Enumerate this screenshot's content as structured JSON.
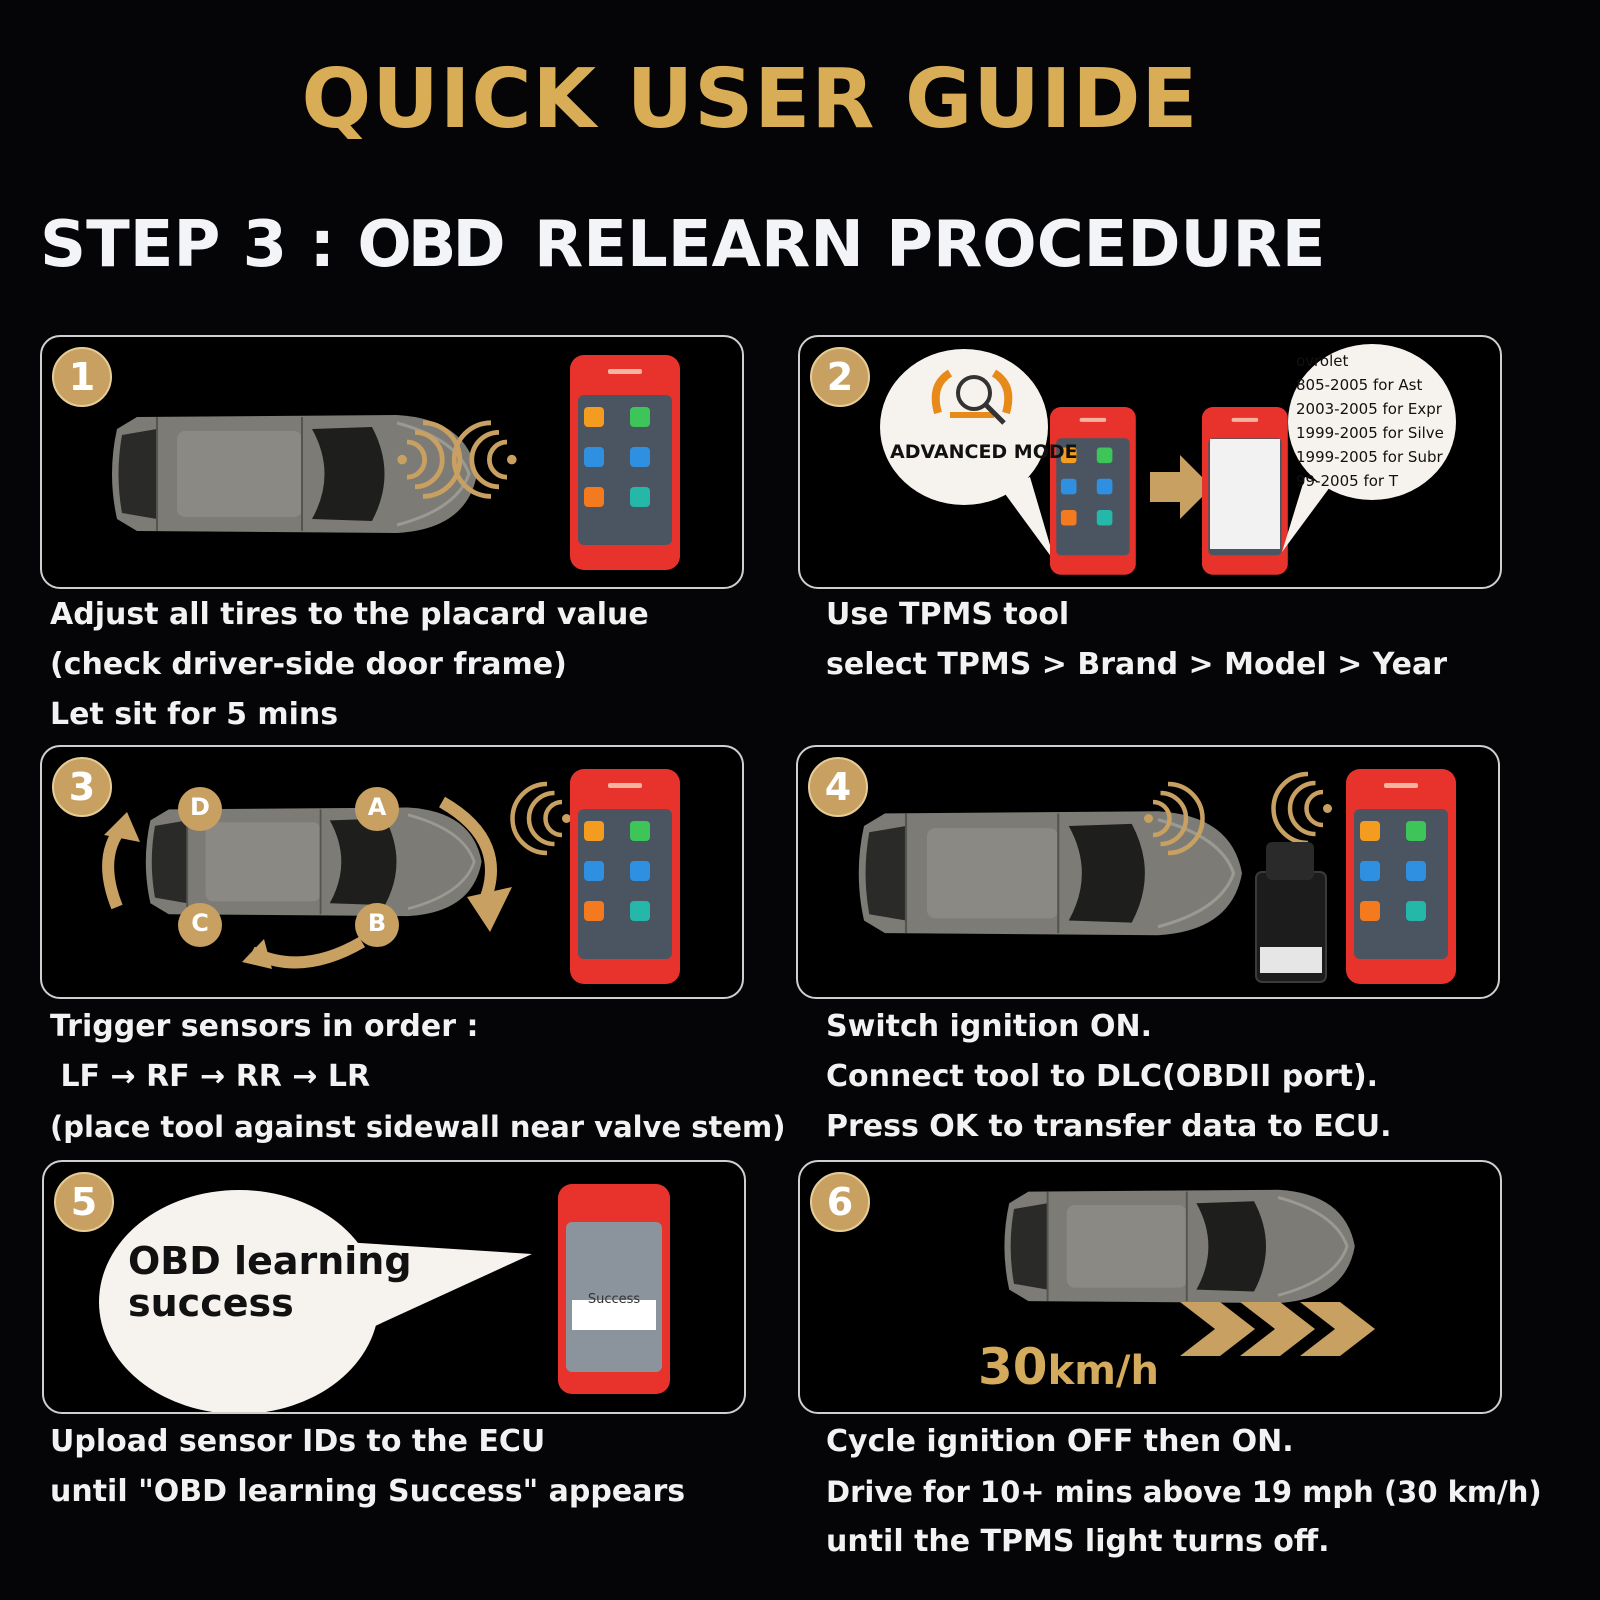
{
  "header": {
    "title": "QUICK USER GUIDE",
    "step_label": "STEP 3 :",
    "obd_label": "OBD",
    "procedure_label": "RELEARN PROCEDURE"
  },
  "colors": {
    "gold": "#c8a162",
    "tool_red": "#e8322c",
    "background": "#050507"
  },
  "steps": [
    {
      "number": "1",
      "lines": [
        "Adjust all tires to the placard value",
        "(check driver-side door frame)",
        "Let sit for 5 mins"
      ],
      "icons": [
        "car-top-icon",
        "signal-waves-icon",
        "tpms-tool-icon"
      ]
    },
    {
      "number": "2",
      "lines": [
        "Use TPMS tool",
        "select TPMS > Brand > Model > Year"
      ],
      "bubble_left": "ADVANCED MODE",
      "bubble_right": [
        "ovrolet",
        "805-2005 for Ast",
        "2003-2005 for Expr",
        "1999-2005 for Silve",
        "1999-2005 for Subr",
        "99-2005 for T"
      ],
      "icons": [
        "tpms-warning-icon",
        "arrow-right-icon",
        "tpms-tool-icon"
      ]
    },
    {
      "number": "3",
      "lines": [
        "Trigger sensors in order :",
        " LF → RF → RR → LR",
        "(place tool against sidewall near valve stem)"
      ],
      "wheel_labels": [
        "A",
        "B",
        "C",
        "D"
      ],
      "icons": [
        "rotate-arrows-icon",
        "tpms-tool-icon"
      ]
    },
    {
      "number": "4",
      "lines": [
        "Switch ignition ON.",
        "Connect tool to DLC(OBDII port).",
        "Press OK to transfer data to ECU."
      ],
      "icons": [
        "obd-connector-icon",
        "tpms-tool-icon"
      ]
    },
    {
      "number": "5",
      "lines": [
        "Upload sensor IDs to the ECU",
        "until \"OBD learning Success\" appears"
      ],
      "bubble_line1": "OBD learning",
      "bubble_line2": "success",
      "screen_text": "Success",
      "icons": [
        "speech-bubble-icon",
        "tpms-tool-icon"
      ]
    },
    {
      "number": "6",
      "lines": [
        "Cycle ignition OFF then ON.",
        "Drive for 10+ mins above 19 mph (30 km/h)",
        "until the TPMS light turns off."
      ],
      "speed_value": "30",
      "speed_unit": "km/h",
      "icons": [
        "car-top-icon",
        "chevrons-icon"
      ]
    }
  ]
}
